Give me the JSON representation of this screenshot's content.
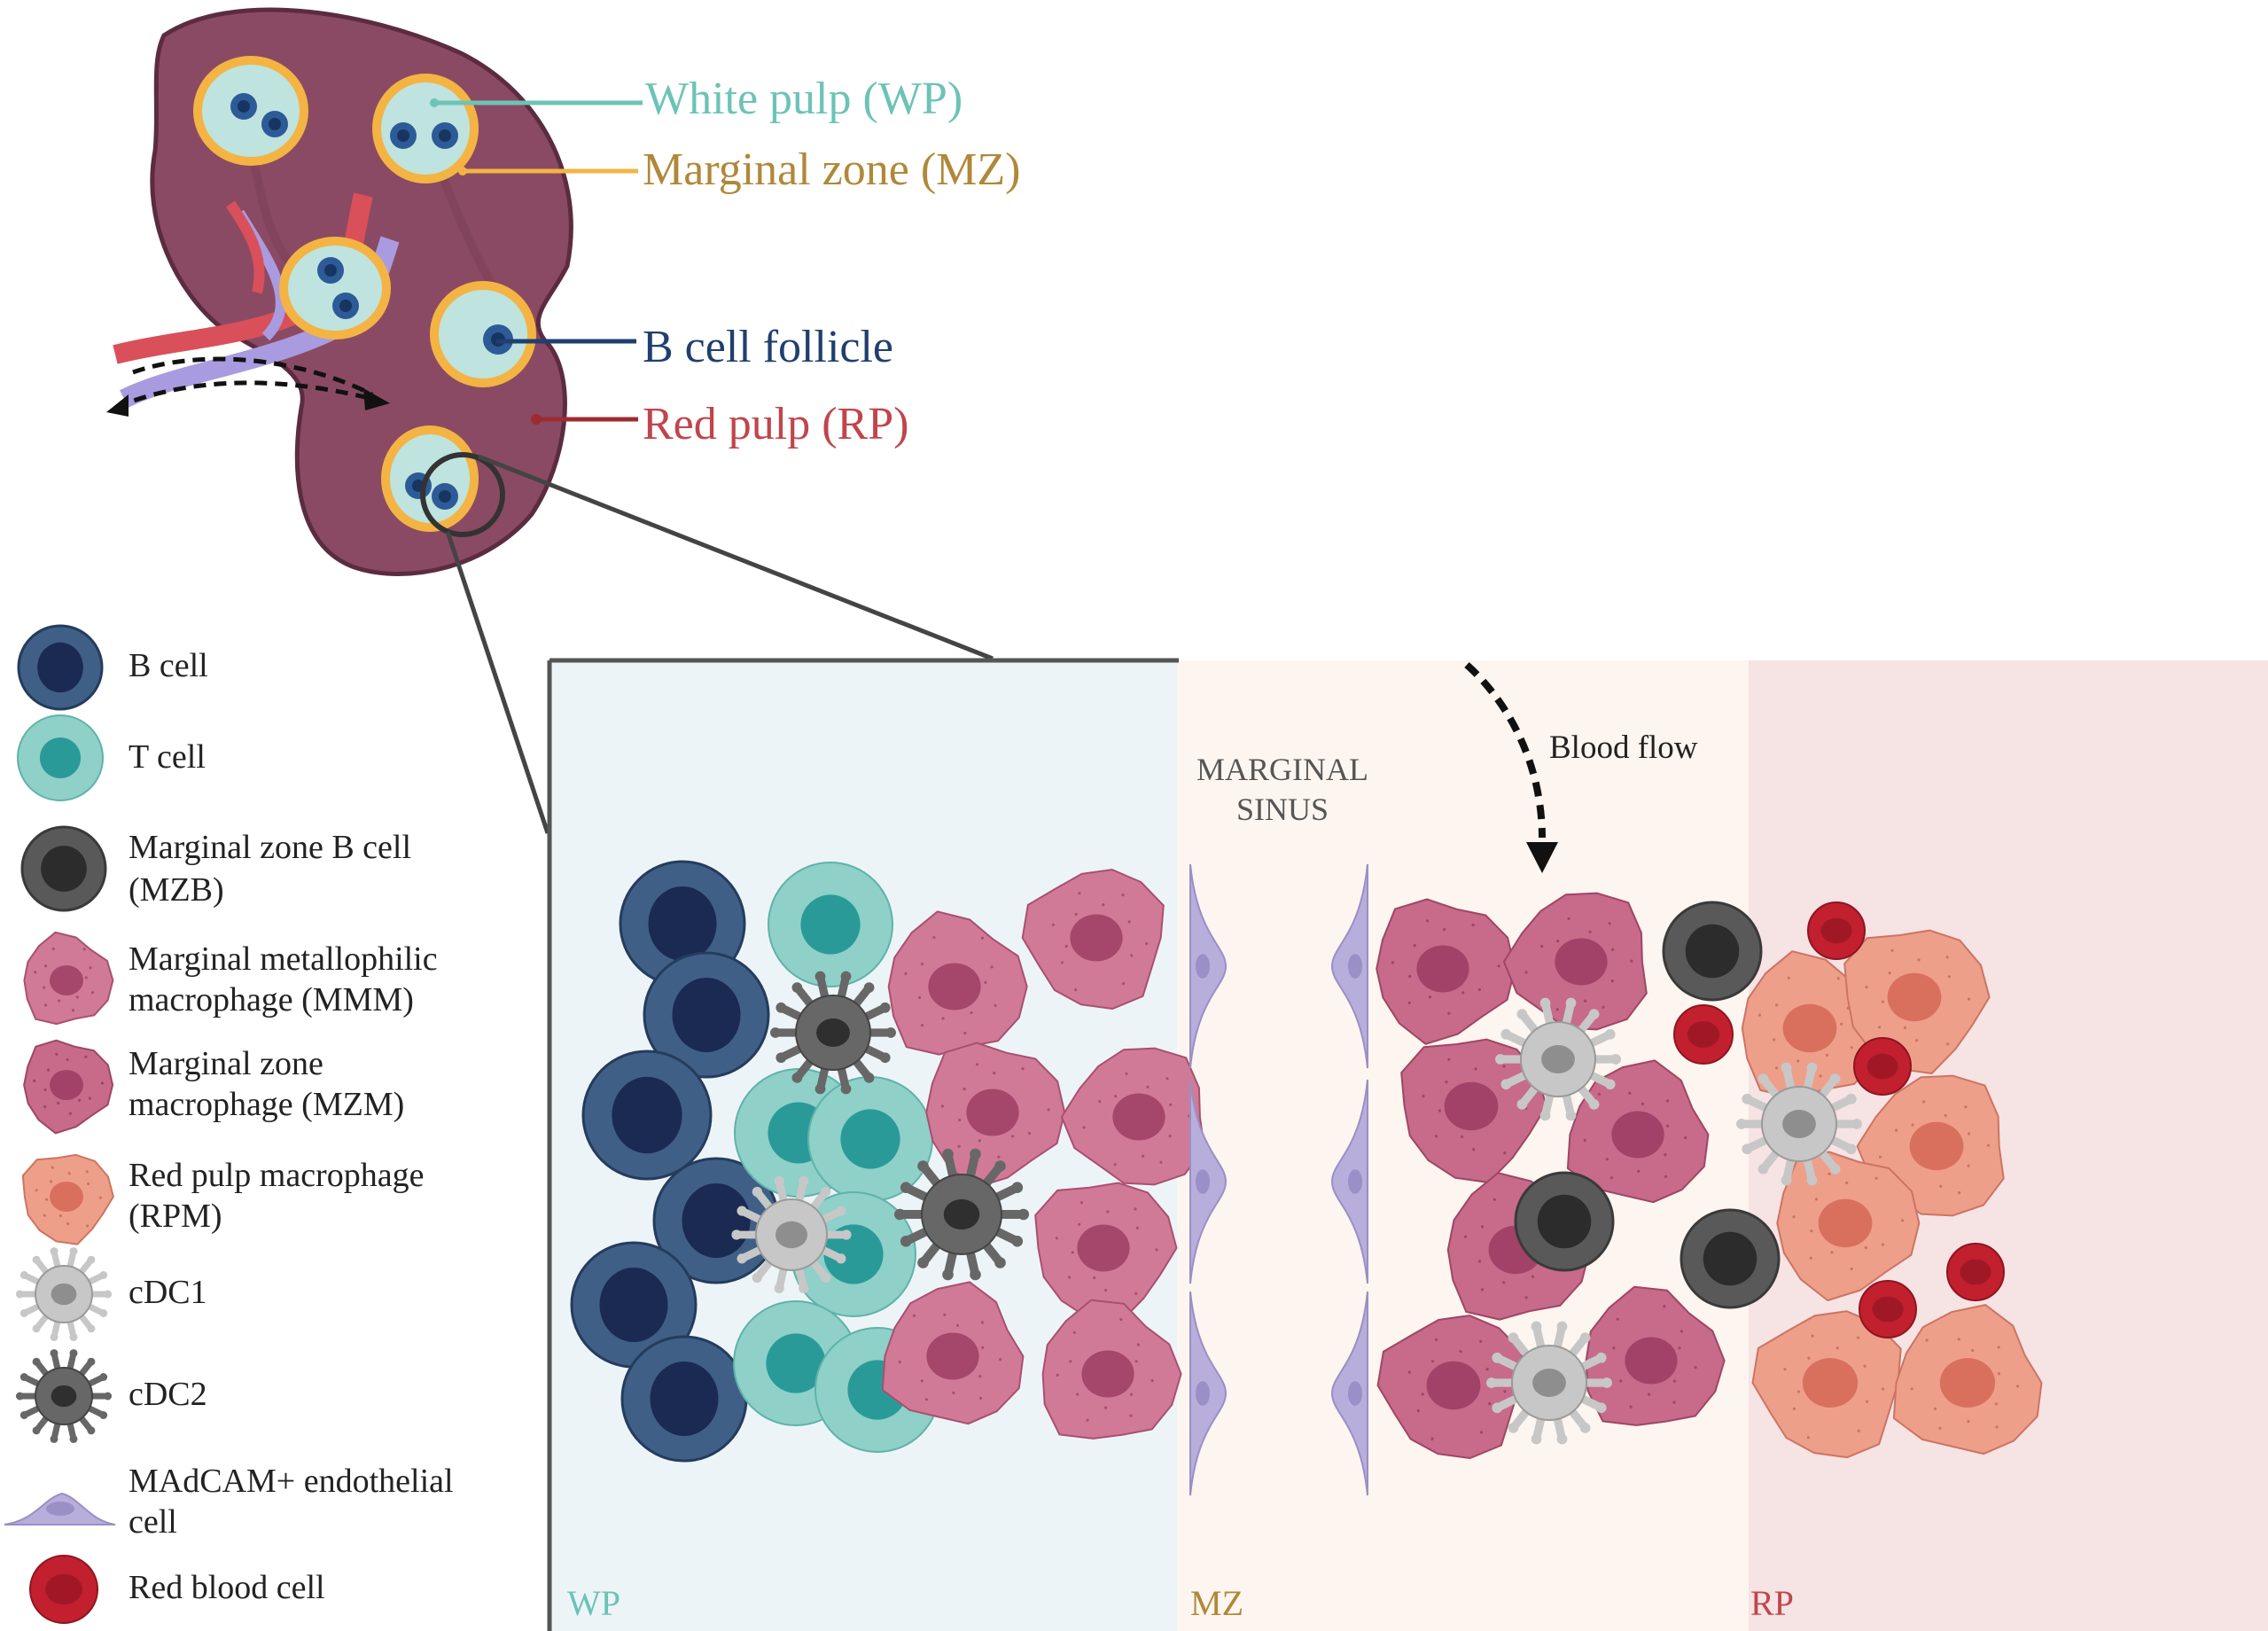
{
  "organ_labels": {
    "white_pulp": "White pulp (WP)",
    "marginal_zone": "Marginal zone (MZ)",
    "b_cell_follicle": "B cell follicle",
    "red_pulp": "Red pulp (RP)"
  },
  "legend": [
    {
      "line1": "B cell",
      "line2": ""
    },
    {
      "line1": "T cell",
      "line2": ""
    },
    {
      "line1": "Marginal zone B cell",
      "line2": "(MZB)"
    },
    {
      "line1": "Marginal metallophilic",
      "line2": "macrophage (MMM)"
    },
    {
      "line1": "Marginal zone",
      "line2": "macrophage (MZM)"
    },
    {
      "line1": "Red pulp macrophage",
      "line2": "(RPM)"
    },
    {
      "line1": "cDC1",
      "line2": ""
    },
    {
      "line1": "cDC2",
      "line2": ""
    },
    {
      "line1": "MAdCAM+ endothelial",
      "line2": "cell"
    },
    {
      "line1": "Red blood cell",
      "line2": ""
    }
  ],
  "detail": {
    "marginal_sinus_line1": "MARGINAL",
    "marginal_sinus_line2": "SINUS",
    "blood_flow": "Blood flow",
    "zone_wp": "WP",
    "zone_mz": "MZ",
    "zone_rp": "RP"
  },
  "colors": {
    "wp_text": "#6cc3b6",
    "mz_text": "#b0883a",
    "follicle_text": "#1f3f6e",
    "rp_text": "#c1454b",
    "spleen": "#8b4a63",
    "mz_ring": "#f3b443",
    "wp_fill": "#bfe3de",
    "b_cell": "#3f5f86",
    "t_cell": "#8fd0c8",
    "mzb": "#555555",
    "mmm": "#c46a8a",
    "rpm": "#e99a86",
    "endothelial": "#b8aedb",
    "rbc": "#c2202f"
  }
}
